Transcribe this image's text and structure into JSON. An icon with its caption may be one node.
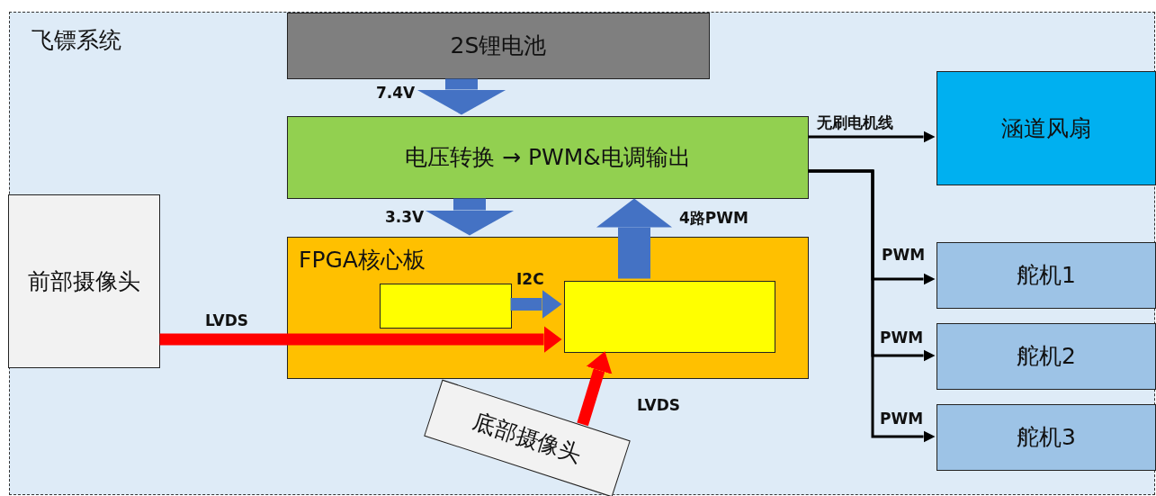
{
  "diagram": {
    "nodes": [
      {
        "text": [
          "飞镖系统"
        ]
      },
      {
        "text": [
          "2S锂电池"
        ],
        "in": 0
      },
      {
        "text": [
          "电压转换 → PWM&电调输出"
        ],
        "in": 0
      },
      {
        "text": [
          "FPGA核心板"
        ],
        "in": 0
      },
      {
        "text": [],
        "shape": "box",
        "in": 3
      },
      {
        "text": [],
        "shape": "box",
        "in": 3
      },
      {
        "text": [
          "前部摄像头"
        ],
        "in": 0
      },
      {
        "text": [
          "底部摄像头"
        ],
        "in": 0
      },
      {
        "text": [
          "涵道风扇"
        ],
        "in": 0
      },
      {
        "text": [
          "舵机1"
        ],
        "in": 0
      },
      {
        "text": [
          "舵机2"
        ],
        "in": 0
      },
      {
        "text": [
          "舵机3"
        ],
        "in": 0
      }
    ],
    "edges": [
      {
        "from": 1,
        "to": 2,
        "arrow": "to",
        "label": "7.4V",
        "style": "thick",
        "color": "#4472c4"
      },
      {
        "from": 2,
        "to": 3,
        "arrow": "to",
        "label": "3.3V",
        "style": "thick",
        "color": "#4472c4"
      },
      {
        "from": 5,
        "to": 2,
        "arrow": "to",
        "label": "4路PWM",
        "style": "thick",
        "color": "#4472c4"
      },
      {
        "from": 4,
        "to": 5,
        "arrow": "to",
        "label": "I2C",
        "color": "#4472c4"
      },
      {
        "from": 6,
        "to": 5,
        "arrow": "to",
        "label": "LVDS",
        "color": "#ff0000"
      },
      {
        "from": 7,
        "to": 5,
        "arrow": "to",
        "label": "LVDS",
        "color": "#ff0000"
      },
      {
        "from": 2,
        "to": 8,
        "arrow": "to",
        "label": "无刷电机线",
        "color": "#000000"
      },
      {
        "from": 2,
        "to": 9,
        "arrow": "to",
        "label": "PWM",
        "color": "#000000"
      },
      {
        "from": 2,
        "to": 10,
        "arrow": "to",
        "label": "PWM",
        "color": "#000000"
      },
      {
        "from": 2,
        "to": 11,
        "arrow": "to",
        "label": "PWM",
        "color": "#000000"
      }
    ]
  }
}
